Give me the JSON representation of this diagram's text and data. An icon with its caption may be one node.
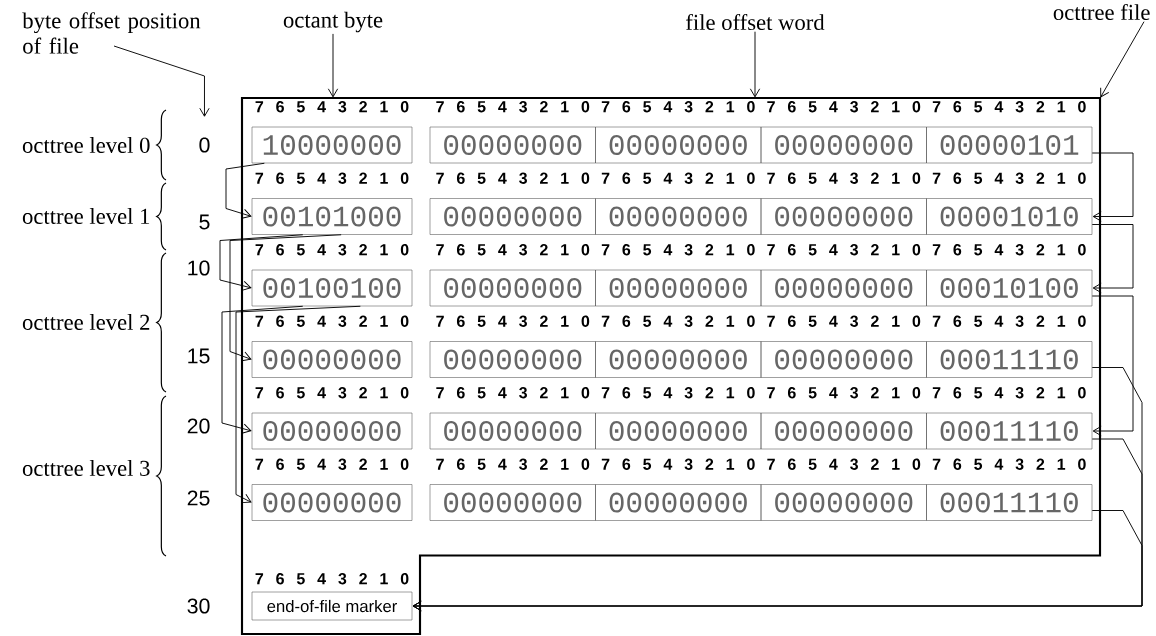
{
  "diagram": {
    "nodes": [
      {
        "text": [
          "byte offset position of file"
        ]
      },
      {
        "text": [
          "0"
        ]
      },
      {
        "text": [
          "octant byte"
        ]
      },
      {
        "text": [
          "file offset word"
        ]
      },
      {
        "text": [
          "octtree file"
        ]
      },
      {
        "text": [],
        "shape": "box"
      },
      {
        "text": [
          "10000000"
        ],
        "in": 5,
        "beside": [
          "7 6 5 4 3 2 1 0"
        ]
      },
      {
        "text": [
          "00000000"
        ],
        "in": 5,
        "beside": [
          "7 6 5 4 3 2 1 0"
        ]
      },
      {
        "text": [
          "00000000"
        ],
        "in": 5,
        "beside": [
          "7 6 5 4 3 2 1 0"
        ]
      },
      {
        "text": [
          "00000000"
        ],
        "in": 5,
        "beside": [
          "7 6 5 4 3 2 1 0"
        ]
      },
      {
        "text": [
          "00000101"
        ],
        "in": 5,
        "beside": [
          "7 6 5 4 3 2 1 0"
        ]
      },
      {
        "text": [
          "00101000"
        ],
        "in": 5,
        "beside": [
          "7 6 5 4 3 2 1 0"
        ]
      },
      {
        "text": [
          "00000000"
        ],
        "in": 5,
        "beside": [
          "7 6 5 4 3 2 1 0"
        ]
      },
      {
        "text": [
          "00000000"
        ],
        "in": 5,
        "beside": [
          "7 6 5 4 3 2 1 0"
        ]
      },
      {
        "text": [
          "00000000"
        ],
        "in": 5,
        "beside": [
          "7 6 5 4 3 2 1 0"
        ]
      },
      {
        "text": [
          "00001010"
        ],
        "in": 5,
        "beside": [
          "7 6 5 4 3 2 1 0"
        ]
      },
      {
        "text": [
          "00100100"
        ],
        "in": 5,
        "beside": [
          "7 6 5 4 3 2 1 0"
        ]
      },
      {
        "text": [
          "00000000"
        ],
        "in": 5,
        "beside": [
          "7 6 5 4 3 2 1 0"
        ]
      },
      {
        "text": [
          "00000000"
        ],
        "in": 5,
        "beside": [
          "7 6 5 4 3 2 1 0"
        ]
      },
      {
        "text": [
          "00000000"
        ],
        "in": 5,
        "beside": [
          "7 6 5 4 3 2 1 0"
        ]
      },
      {
        "text": [
          "00010100"
        ],
        "in": 5,
        "beside": [
          "7 6 5 4 3 2 1 0"
        ]
      },
      {
        "text": [
          "00000000"
        ],
        "in": 5,
        "beside": [
          "7 6 5 4 3 2 1 0"
        ]
      },
      {
        "text": [
          "00000000"
        ],
        "in": 5,
        "beside": [
          "7 6 5 4 3 2 1 0"
        ]
      },
      {
        "text": [
          "00000000"
        ],
        "in": 5,
        "beside": [
          "7 6 5 4 3 2 1 0"
        ]
      },
      {
        "text": [
          "00000000"
        ],
        "in": 5,
        "beside": [
          "7 6 5 4 3 2 1 0"
        ]
      },
      {
        "text": [
          "00011110"
        ],
        "in": 5,
        "beside": [
          "7 6 5 4 3 2 1 0"
        ]
      },
      {
        "text": [
          "00000000"
        ],
        "in": 5,
        "beside": [
          "7 6 5 4 3 2 1 0"
        ]
      },
      {
        "text": [
          "00000000"
        ],
        "in": 5,
        "beside": [
          "7 6 5 4 3 2 1 0"
        ]
      },
      {
        "text": [
          "00000000"
        ],
        "in": 5,
        "beside": [
          "7 6 5 4 3 2 1 0"
        ]
      },
      {
        "text": [
          "00000000"
        ],
        "in": 5,
        "beside": [
          "7 6 5 4 3 2 1 0"
        ]
      },
      {
        "text": [
          "00011110"
        ],
        "in": 5,
        "beside": [
          "7 6 5 4 3 2 1 0"
        ]
      },
      {
        "text": [
          "00000000"
        ],
        "in": 5,
        "beside": [
          "7 6 5 4 3 2 1 0"
        ]
      },
      {
        "text": [
          "00000000"
        ],
        "in": 5,
        "beside": [
          "7 6 5 4 3 2 1 0"
        ]
      },
      {
        "text": [
          "00000000"
        ],
        "in": 5,
        "beside": [
          "7 6 5 4 3 2 1 0"
        ]
      },
      {
        "text": [
          "00000000"
        ],
        "in": 5,
        "beside": [
          "7 6 5 4 3 2 1 0"
        ]
      },
      {
        "text": [
          "00011110"
        ],
        "in": 5,
        "beside": [
          "7 6 5 4 3 2 1 0"
        ]
      },
      {
        "text": [
          "end-of-file marker"
        ],
        "in": 5,
        "beside": [
          "7 6 5 4 3 2 1 0"
        ]
      }
    ],
    "edges": [
      {
        "from": 0,
        "to": 1,
        "arrow": "to"
      },
      {
        "from": 2,
        "to": 5,
        "arrow": "to"
      },
      {
        "from": 3,
        "to": 5,
        "arrow": "to"
      },
      {
        "from": 4,
        "to": 5,
        "arrow": "to"
      },
      {
        "from": 6,
        "to": 11,
        "arrow": "to"
      },
      {
        "from": 11,
        "to": 16,
        "arrow": "to"
      },
      {
        "from": 11,
        "to": 21,
        "arrow": "to"
      },
      {
        "from": 16,
        "to": 26,
        "arrow": "to"
      },
      {
        "from": 16,
        "to": 31,
        "arrow": "to"
      },
      {
        "from": 10,
        "to": 15,
        "arrow": "to"
      },
      {
        "from": 15,
        "to": 20,
        "arrow": "to"
      },
      {
        "from": 20,
        "to": 30,
        "arrow": "to"
      },
      {
        "from": 25,
        "to": 36,
        "arrow": "to"
      },
      {
        "from": 30,
        "to": 36,
        "arrow": "to"
      },
      {
        "from": 35,
        "to": 36,
        "arrow": "to"
      }
    ],
    "labels": [
      "octtree level 0",
      "octtree level 1",
      "octtree level 2",
      "octtree level 3",
      "5",
      "10",
      "15",
      "20",
      "25",
      "30"
    ]
  }
}
